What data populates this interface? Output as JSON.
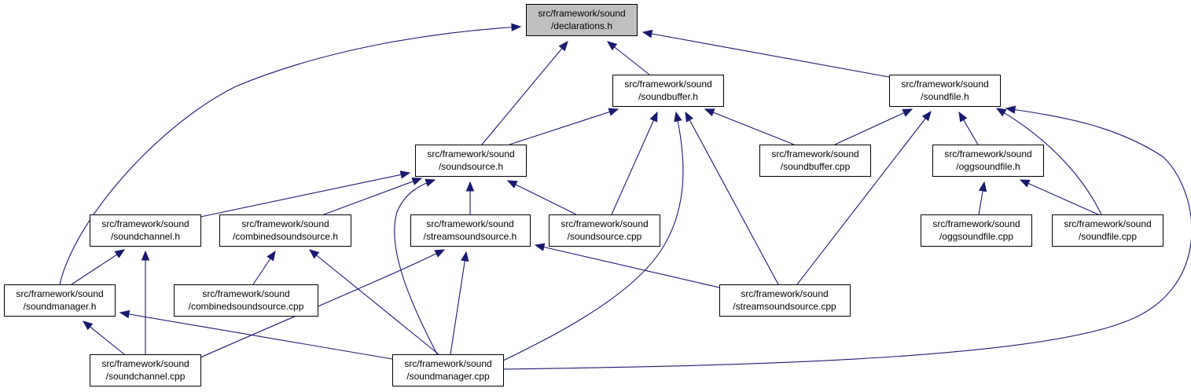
{
  "graph": {
    "nodes": {
      "declarations_h": {
        "line1": "src/framework/sound",
        "line2": "/declarations.h",
        "highlighted": true
      },
      "soundbuffer_h": {
        "line1": "src/framework/sound",
        "line2": "/soundbuffer.h"
      },
      "soundfile_h": {
        "line1": "src/framework/sound",
        "line2": "/soundfile.h"
      },
      "soundsource_h": {
        "line1": "src/framework/sound",
        "line2": "/soundsource.h"
      },
      "soundbuffer_cpp": {
        "line1": "src/framework/sound",
        "line2": "/soundbuffer.cpp"
      },
      "oggsoundfile_h": {
        "line1": "src/framework/sound",
        "line2": "/oggsoundfile.h"
      },
      "soundchannel_h": {
        "line1": "src/framework/sound",
        "line2": "/soundchannel.h"
      },
      "combinedsoundsource_h": {
        "line1": "src/framework/sound",
        "line2": "/combinedsoundsource.h"
      },
      "streamsoundsource_h": {
        "line1": "src/framework/sound",
        "line2": "/streamsoundsource.h"
      },
      "soundsource_cpp": {
        "line1": "src/framework/sound",
        "line2": "/soundsource.cpp"
      },
      "oggsoundfile_cpp": {
        "line1": "src/framework/sound",
        "line2": "/oggsoundfile.cpp"
      },
      "soundfile_cpp": {
        "line1": "src/framework/sound",
        "line2": "/soundfile.cpp"
      },
      "soundmanager_h": {
        "line1": "src/framework/sound",
        "line2": "/soundmanager.h"
      },
      "combinedsoundsource_cpp": {
        "line1": "src/framework/sound",
        "line2": "/combinedsoundsource.cpp"
      },
      "streamsoundsource_cpp": {
        "line1": "src/framework/sound",
        "line2": "/streamsoundsource.cpp"
      },
      "soundchannel_cpp": {
        "line1": "src/framework/sound",
        "line2": "/soundchannel.cpp"
      },
      "soundmanager_cpp": {
        "line1": "src/framework/sound",
        "line2": "/soundmanager.cpp"
      }
    },
    "edges": [
      [
        "soundmanager_h",
        "declarations_h"
      ],
      [
        "soundsource_h",
        "declarations_h"
      ],
      [
        "soundbuffer_h",
        "declarations_h"
      ],
      [
        "soundfile_h",
        "declarations_h"
      ],
      [
        "soundsource_h",
        "soundbuffer_h"
      ],
      [
        "soundsource_cpp",
        "soundbuffer_h"
      ],
      [
        "soundmanager_cpp",
        "soundbuffer_h"
      ],
      [
        "streamsoundsource_cpp",
        "soundbuffer_h"
      ],
      [
        "soundbuffer_cpp",
        "soundbuffer_h"
      ],
      [
        "soundbuffer_cpp",
        "soundfile_h"
      ],
      [
        "streamsoundsource_cpp",
        "soundfile_h"
      ],
      [
        "oggsoundfile_h",
        "soundfile_h"
      ],
      [
        "soundfile_cpp",
        "soundfile_h"
      ],
      [
        "soundmanager_cpp",
        "soundfile_h"
      ],
      [
        "soundchannel_h",
        "soundsource_h"
      ],
      [
        "combinedsoundsource_h",
        "soundsource_h"
      ],
      [
        "streamsoundsource_h",
        "soundsource_h"
      ],
      [
        "soundsource_cpp",
        "soundsource_h"
      ],
      [
        "soundmanager_cpp",
        "soundsource_h"
      ],
      [
        "oggsoundfile_cpp",
        "oggsoundfile_h"
      ],
      [
        "soundfile_cpp",
        "oggsoundfile_h"
      ],
      [
        "soundmanager_h",
        "soundchannel_h"
      ],
      [
        "soundchannel_cpp",
        "soundchannel_h"
      ],
      [
        "combinedsoundsource_cpp",
        "combinedsoundsource_h"
      ],
      [
        "soundmanager_cpp",
        "combinedsoundsource_h"
      ],
      [
        "soundchannel_cpp",
        "streamsoundsource_h"
      ],
      [
        "soundmanager_cpp",
        "streamsoundsource_h"
      ],
      [
        "streamsoundsource_cpp",
        "streamsoundsource_h"
      ],
      [
        "soundchannel_cpp",
        "soundmanager_h"
      ],
      [
        "soundmanager_cpp",
        "soundmanager_h"
      ]
    ],
    "colors": {
      "edge": "#191970",
      "node_border": "#000000",
      "node_fill": "#ffffff",
      "highlight_fill": "#bfbfbf"
    }
  }
}
